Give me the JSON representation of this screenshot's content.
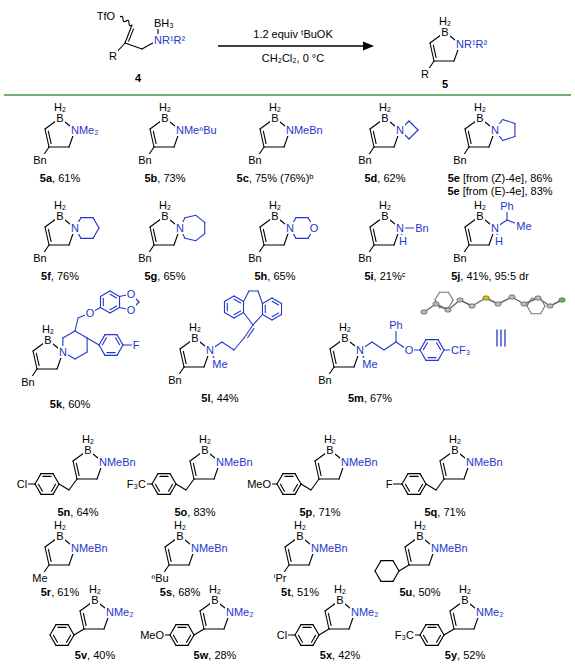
{
  "diagram": {
    "labels": [
      "TfO",
      "R",
      "BH₃",
      "NR¹R²",
      "4",
      "1.2 equiv ᵗBuOK",
      "CH₂Cl₂, 0 °C",
      "H₂",
      "B",
      "NR¹R²",
      "R",
      "5",
      "H₂",
      "B",
      "NMe₂",
      "Bn",
      "5a, 61%",
      "H₂",
      "B",
      "NMeⁿBu",
      "Bn",
      "5b, 73%",
      "H₂",
      "B",
      "NMeBn",
      "Bn",
      "5c, 75% (76%)ᵇ",
      "H₂",
      "B",
      "N",
      "Bn",
      "5d, 62%",
      "H₂",
      "B",
      "N",
      "Bn",
      "5e [from (Z)-4e], 86%",
      "5e [from (E)-4e], 83%",
      "H₂",
      "B",
      "N",
      "Bn",
      "5f, 76%",
      "H₂",
      "B",
      "N",
      "Bn",
      "5g, 65%",
      "H₂",
      "B",
      "N",
      "O",
      "Bn",
      "5h, 65%",
      "H₂",
      "B",
      "N",
      "Bn",
      "H",
      "Bn",
      "5i, 21%ᶜ",
      "H₂",
      "B",
      "N",
      "H",
      "Ph",
      "Me",
      "Bn",
      "5j, 41%, 95:5 dr",
      "H₂",
      "B",
      "N",
      "O",
      "O",
      "O",
      "F",
      "Bn",
      "5k, 60%",
      "H₂",
      "B",
      "N",
      "Me",
      "Bn",
      "5l, 44%",
      "H₂",
      "B",
      "N",
      "Me",
      "Ph",
      "O",
      "CF₃",
      "Bn",
      "5m, 67%",
      "H₂",
      "B",
      "NMeBn",
      "Cl",
      "5n, 64%",
      "H₂",
      "B",
      "NMeBn",
      "F₃C",
      "5o, 83%",
      "H₂",
      "B",
      "NMeBn",
      "MeO",
      "5p, 71%",
      "H₂",
      "B",
      "NMeBn",
      "F",
      "5q, 71%",
      "H₂",
      "B",
      "NMeBn",
      "Me",
      "5r, 61%",
      "H₂",
      "B",
      "NMeBn",
      "ⁿBu",
      "5s, 68%",
      "H₂",
      "B",
      "NMeBn",
      "ⁱPr",
      "5t, 51%",
      "H₂",
      "B",
      "NMeBn",
      "5u, 50%",
      "H₂",
      "B",
      "NMe₂",
      "5v, 40%",
      "H₂",
      "B",
      "NMe₂",
      "MeO",
      "5w, 28%",
      "H₂",
      "B",
      "NMe₂",
      "Cl",
      "5x, 42%",
      "H₂",
      "B",
      "NMe₂",
      "F₃C",
      "5y, 52%"
    ]
  }
}
